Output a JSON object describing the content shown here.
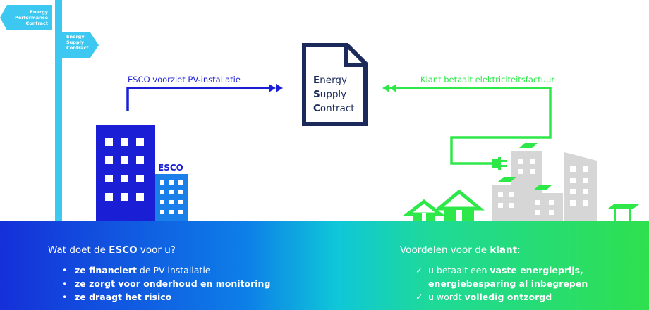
{
  "signs": {
    "epc": [
      "Energy",
      "Performance",
      "Contract"
    ],
    "esc": [
      "Energy",
      "Supply",
      "Contract"
    ]
  },
  "document": {
    "line1": "Energy",
    "line2": "Supply",
    "line3": "Contract",
    "line1_rest": "nergy",
    "line2_rest": "upply",
    "line3_rest": "ontract"
  },
  "flows": {
    "esco_label": "ESCO voorziet PV-installatie",
    "client_label": "Klant betaalt elektriciteitsfactuur"
  },
  "building_label": "ESCO",
  "left_panel": {
    "title_prefix": "Wat doet de ",
    "title_bold": "ESCO",
    "title_suffix": " voor u?",
    "items": [
      {
        "bold": "ze financiert",
        "rest": " de PV-installatie"
      },
      {
        "bold": "ze zorgt voor ",
        "rest2": "onderhoud en monitoring",
        "rest": ""
      },
      {
        "bold": "ze draagt het risico",
        "rest": ""
      }
    ]
  },
  "right_panel": {
    "title_prefix": "Voordelen voor de ",
    "title_bold": "klant",
    "title_suffix": ":",
    "items": [
      {
        "text_a": "u betaalt een ",
        "bold": "vaste energieprijs,",
        "line2": "energiebesparing al inbegrepen"
      },
      {
        "text_a": "u wordt ",
        "bold": "volledig ontzorgd",
        "line2": ""
      }
    ]
  },
  "colors": {
    "esco_blue": "#1a1fd6",
    "client_green": "#2ee84a",
    "sign_cyan": "#3cc8f0",
    "doc_navy": "#1b2a5a",
    "building_gray": "#d6d6d6"
  }
}
